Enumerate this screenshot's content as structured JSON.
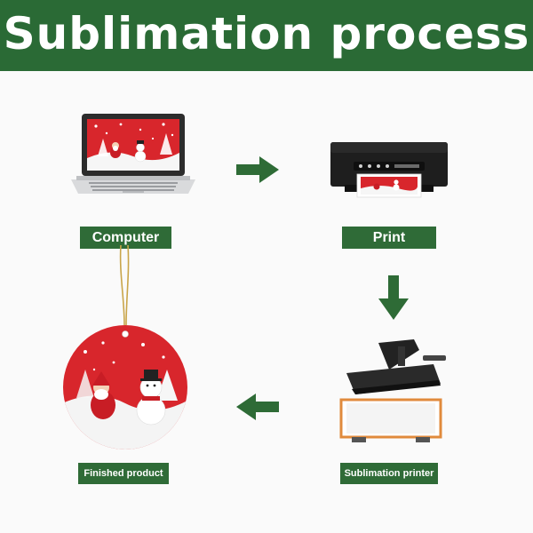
{
  "header": {
    "title": "Sublimation process"
  },
  "steps": [
    {
      "label": "Computer",
      "icon": "laptop-icon"
    },
    {
      "label": "Print",
      "icon": "printer-icon"
    },
    {
      "label": "Sublimation printer",
      "icon": "heat-press-icon"
    },
    {
      "label": "Finished product",
      "icon": "ornament-icon"
    }
  ],
  "arrows": [
    "right",
    "down",
    "left"
  ],
  "colors": {
    "banner": "#2a6a35",
    "label": "#2f6b37",
    "arrow": "#2e6b36",
    "accent_red": "#d8262c"
  }
}
